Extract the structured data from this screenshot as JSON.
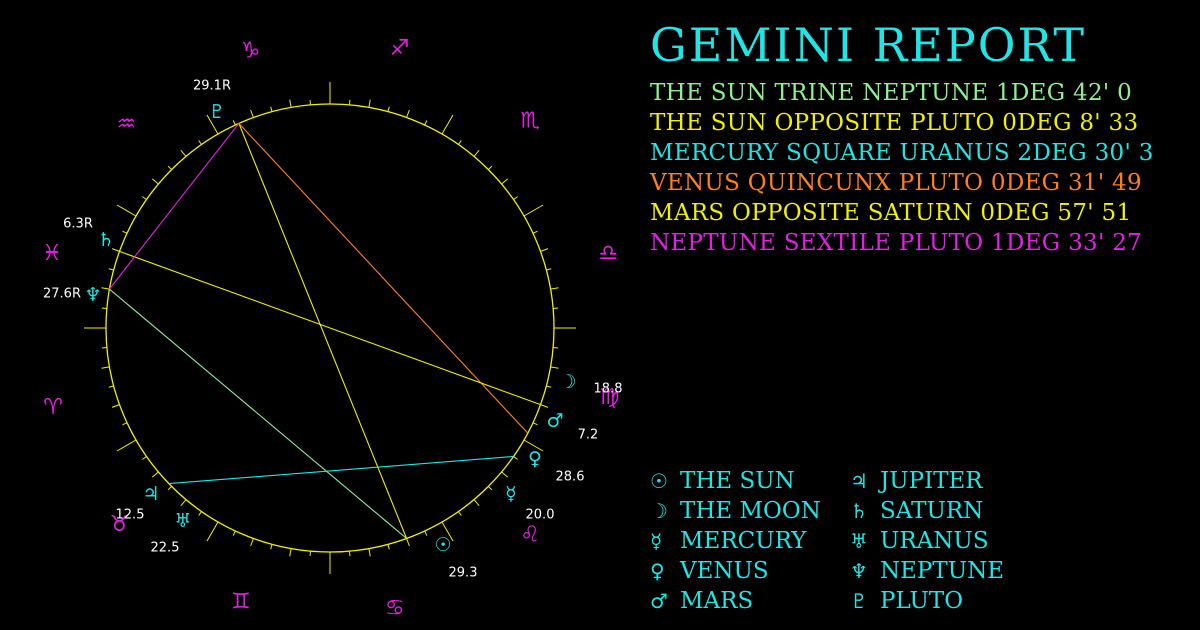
{
  "title": "GEMINI REPORT",
  "aspects": [
    {
      "text": "THE SUN TRINE NEPTUNE 1DEG 42' 0",
      "color": "#8ff08f"
    },
    {
      "text": "THE SUN OPPOSITE PLUTO 0DEG 8' 33",
      "color": "#f0f000"
    },
    {
      "text": "MERCURY SQUARE URANUS 2DEG 30' 3",
      "color": "#1fe6e6"
    },
    {
      "text": "VENUS QUINCUNX PLUTO 0DEG 31' 49",
      "color": "#ff7f1f"
    },
    {
      "text": "MARS OPPOSITE SATURN 0DEG 57' 51",
      "color": "#f0f000"
    },
    {
      "text": "NEPTUNE SEXTILE PLUTO 1DEG 33' 27",
      "color": "#e61fe6"
    }
  ],
  "legend": [
    {
      "symbol": "☉",
      "name": "THE SUN"
    },
    {
      "symbol": "☽",
      "name": "THE MOON"
    },
    {
      "symbol": "☿",
      "name": "MERCURY"
    },
    {
      "symbol": "♀",
      "name": "VENUS"
    },
    {
      "symbol": "♂",
      "name": "MARS"
    },
    {
      "symbol": "♃",
      "name": "JUPITER"
    },
    {
      "symbol": "♄",
      "name": "SATURN"
    },
    {
      "symbol": "♅",
      "name": "URANUS"
    },
    {
      "symbol": "♆",
      "name": "NEPTUNE"
    },
    {
      "symbol": "♇",
      "name": "PLUTO"
    }
  ],
  "chart": {
    "ring_color": "#f0f000",
    "sign_color": "#e61fe6",
    "planet_color": "#1fe6e6",
    "label_color": "#ffffff",
    "signs": [
      {
        "name": "aries",
        "symbol": "♈"
      },
      {
        "name": "taurus",
        "symbol": "♉"
      },
      {
        "name": "gemini",
        "symbol": "♊"
      },
      {
        "name": "cancer",
        "symbol": "♋"
      },
      {
        "name": "leo",
        "symbol": "♌"
      },
      {
        "name": "virgo",
        "symbol": "♍"
      },
      {
        "name": "libra",
        "symbol": "♎"
      },
      {
        "name": "scorpio",
        "symbol": "♏"
      },
      {
        "name": "sagittarius",
        "symbol": "♐"
      },
      {
        "name": "capricorn",
        "symbol": "♑"
      },
      {
        "name": "aquarius",
        "symbol": "♒"
      },
      {
        "name": "pisces",
        "symbol": "♓"
      }
    ],
    "planets": [
      {
        "name": "sun",
        "symbol": "☉",
        "label": "29.3"
      },
      {
        "name": "moon",
        "symbol": "☽",
        "label": "18.8"
      },
      {
        "name": "mercury",
        "symbol": "☿",
        "label": "20.0"
      },
      {
        "name": "venus",
        "symbol": "♀",
        "label": "28.6"
      },
      {
        "name": "mars",
        "symbol": "♂",
        "label": "7.2"
      },
      {
        "name": "jupiter",
        "symbol": "♃",
        "label": "12.5"
      },
      {
        "name": "saturn",
        "symbol": "♄",
        "label": "6.3R"
      },
      {
        "name": "uranus",
        "symbol": "♅",
        "label": "22.5"
      },
      {
        "name": "neptune",
        "symbol": "♆",
        "label": "27.6R"
      },
      {
        "name": "pluto",
        "symbol": "♇",
        "label": "29.1R"
      }
    ],
    "aspect_lines": [
      {
        "name": "sun-trine-neptune",
        "from": "sun",
        "to": "neptune",
        "color": "#8ff08f"
      },
      {
        "name": "sun-opposite-pluto",
        "from": "sun",
        "to": "pluto",
        "color": "#f0f000"
      },
      {
        "name": "mercury-square-uranus",
        "from": "mercury",
        "to": "uranus",
        "color": "#1fe6e6"
      },
      {
        "name": "venus-quincunx-pluto",
        "from": "venus",
        "to": "pluto",
        "color": "#ff7f1f"
      },
      {
        "name": "mars-opposite-saturn",
        "from": "mars",
        "to": "saturn",
        "color": "#f0f000"
      },
      {
        "name": "neptune-sextile-pluto",
        "from": "neptune",
        "to": "pluto",
        "color": "#e61fe6"
      }
    ]
  }
}
